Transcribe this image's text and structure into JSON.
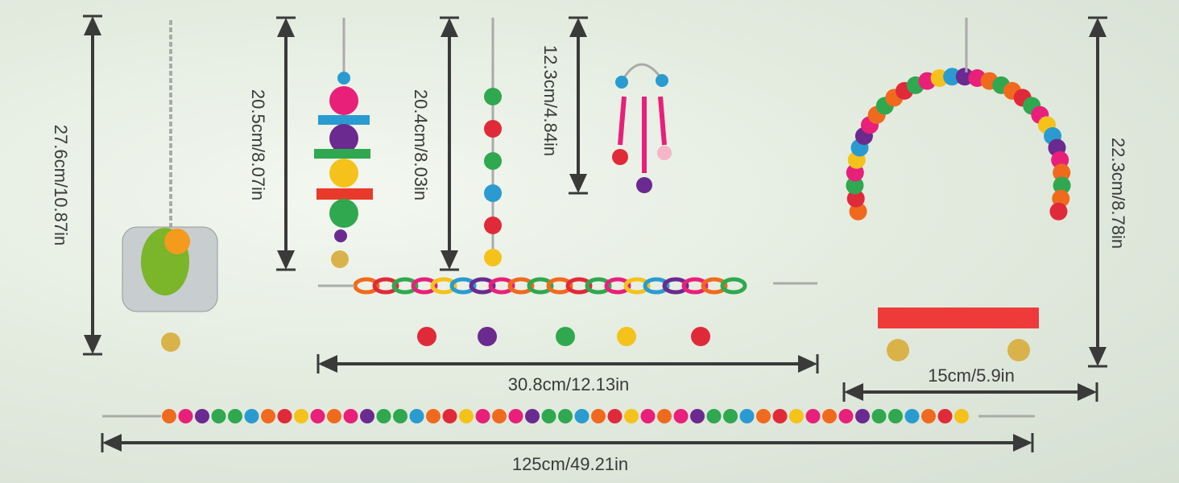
{
  "dimensions": {
    "mirror_toy": "27.6cm/10.87in",
    "rattan_ball_toy": "20.5cm/8.07in",
    "bell_chain_toy": "20.4cm/8.03in",
    "hanging_bell_toy": "12.3cm/4.84in",
    "swing_height": "22.3cm/8.78in",
    "chain_ladder": "30.8cm/12.13in",
    "swing_width": "15cm/5.9in",
    "bead_string": "125cm/49.21in"
  },
  "colors": {
    "arrow": "#3a3a3a",
    "beads": [
      "#f06a1e",
      "#e02a3a",
      "#2fa84f",
      "#e8207a",
      "#f5c21b",
      "#2a9bd0",
      "#6a2a90",
      "#e8207a",
      "#f06a1e",
      "#2fa84f"
    ]
  }
}
